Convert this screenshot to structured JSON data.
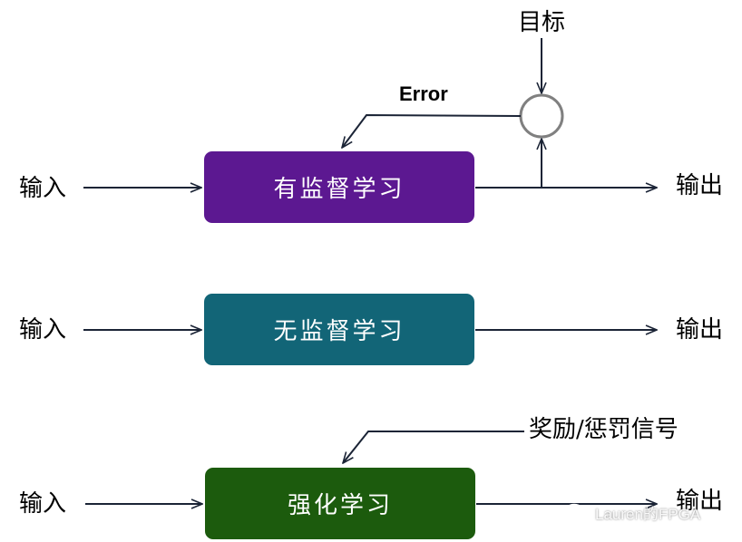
{
  "rows": [
    {
      "input": "输入",
      "box": "有监督学习",
      "output": "输出",
      "color": "#5c1891"
    },
    {
      "input": "输入",
      "box": "无监督学习",
      "output": "输出",
      "color": "#126577"
    },
    {
      "input": "输入",
      "box": "强化学习",
      "output": "输出",
      "color": "#1c5b0d"
    }
  ],
  "target_label": "目标",
  "error_label": "Error",
  "reward_label": "奖励/惩罚信号",
  "watermark": "Lauren的FPGA",
  "line_color": "#1b2436",
  "comparator_color": "#808080"
}
